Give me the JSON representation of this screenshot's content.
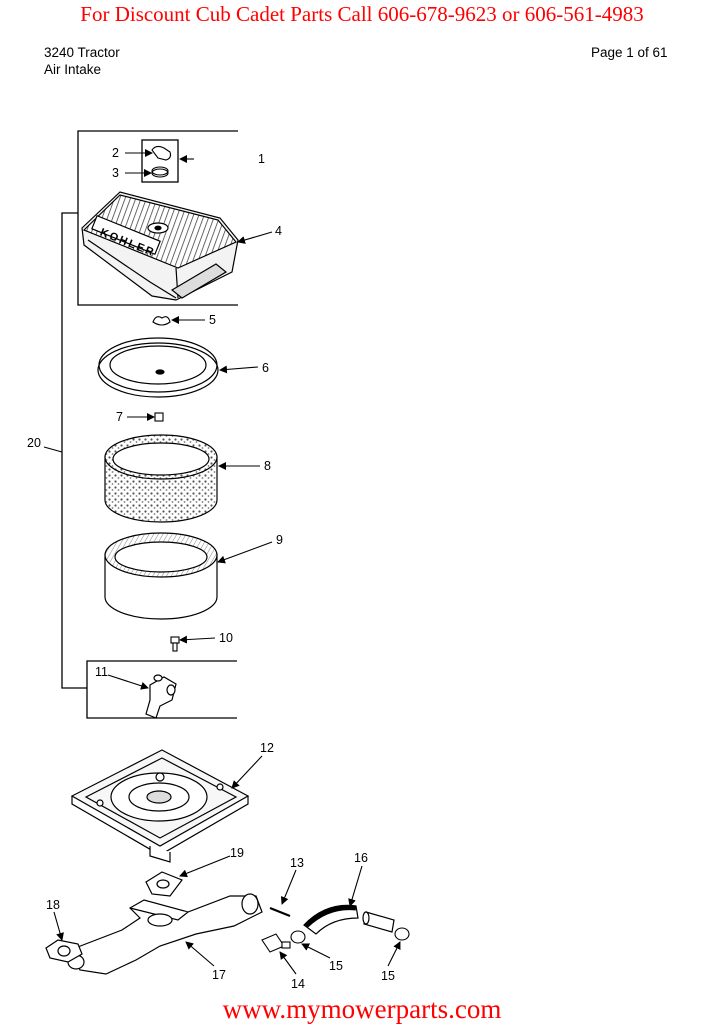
{
  "banner": "For  Discount Cub Cadet Parts Call 606-678-9623 or 606-561-4983",
  "header": {
    "model": "3240 Tractor",
    "section": "Air Intake",
    "page": "Page 1 of 61"
  },
  "logo_text": "KOHLER",
  "callouts": [
    "1",
    "2",
    "3",
    "4",
    "5",
    "6",
    "7",
    "8",
    "9",
    "10",
    "11",
    "12",
    "13",
    "14",
    "15",
    "15",
    "16",
    "17",
    "18",
    "19",
    "20"
  ],
  "footer": "www.mymowerparts.com",
  "colors": {
    "accent": "#ff0000",
    "ink": "#000000"
  }
}
